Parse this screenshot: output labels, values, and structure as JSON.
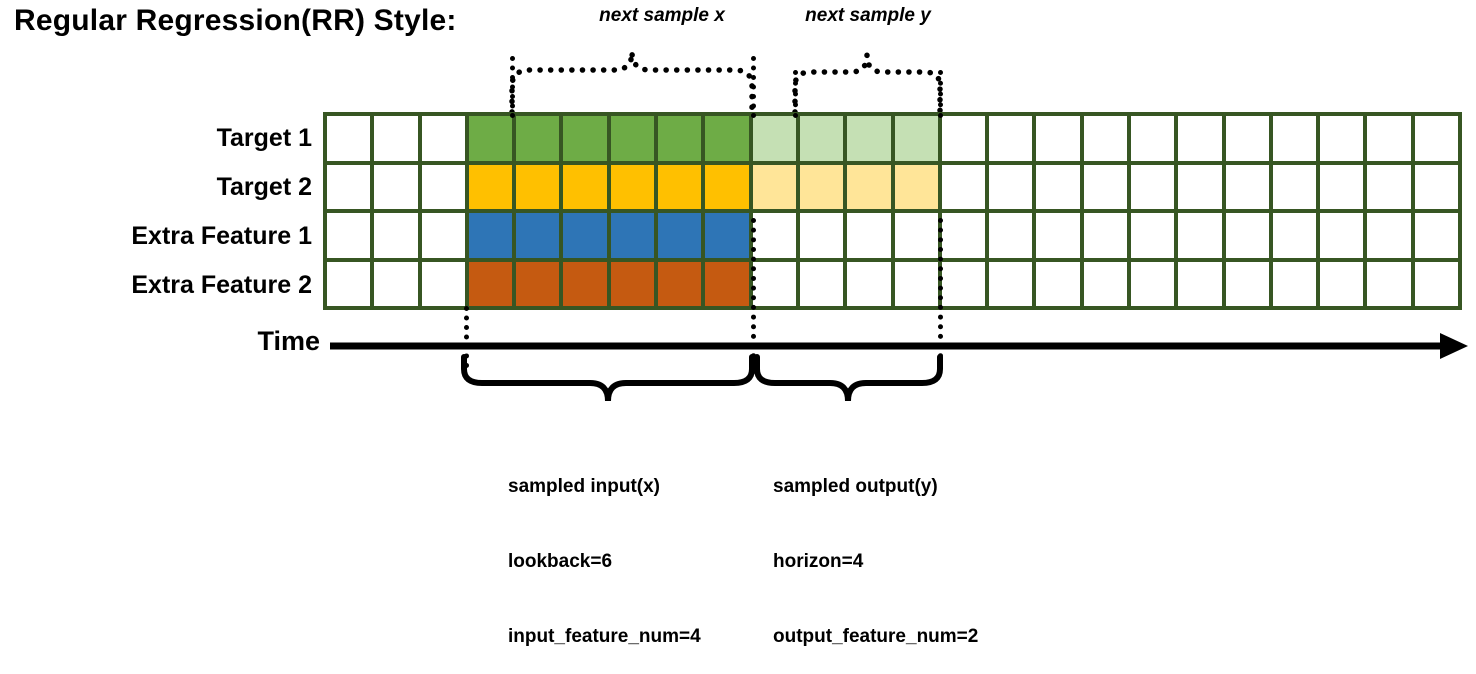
{
  "title": "Regular Regression(RR) Style:",
  "annotations": {
    "next_sample_x": "next sample x",
    "next_sample_y": "next sample y"
  },
  "rows": [
    {
      "label": "Target 1",
      "key": "target-1"
    },
    {
      "label": "Target 2",
      "key": "target-2"
    },
    {
      "label": "Extra Feature 1",
      "key": "extra-feature-1"
    },
    {
      "label": "Extra Feature 2",
      "key": "extra-feature-2"
    }
  ],
  "axis": {
    "label": "Time"
  },
  "captions": {
    "input": [
      "sampled input(x)",
      "lookback=6",
      "input_feature_num=4"
    ],
    "output": [
      "sampled output(y)",
      "horizon=4",
      "output_feature_num=2"
    ]
  },
  "colors": {
    "border": "#375623",
    "target1": "#6EAC46",
    "target1_faded": "#C5E0B4",
    "target2": "#FFC000",
    "target2_faded": "#FFE598",
    "feature1": "#2E75B6",
    "feature2": "#C55A11",
    "empty": "#FFFFFF",
    "ink": "#000000"
  },
  "grid": {
    "columns": 24,
    "rows": 4,
    "lead_empty_columns": 3,
    "input_columns": 6,
    "output_columns": 4,
    "trail_empty_columns": 11,
    "cell_classes": [
      [
        "cell",
        "cell",
        "cell",
        "c-green",
        "c-green",
        "c-green",
        "c-green",
        "c-green",
        "c-green",
        "c-green-l",
        "c-green-l",
        "c-green-l",
        "c-green-l",
        "cell",
        "cell",
        "cell",
        "cell",
        "cell",
        "cell",
        "cell",
        "cell",
        "cell",
        "cell",
        "cell"
      ],
      [
        "cell",
        "cell",
        "cell",
        "c-yellow",
        "c-yellow",
        "c-yellow",
        "c-yellow",
        "c-yellow",
        "c-yellow",
        "c-yellow-l",
        "c-yellow-l",
        "c-yellow-l",
        "c-yellow-l",
        "cell",
        "cell",
        "cell",
        "cell",
        "cell",
        "cell",
        "cell",
        "cell",
        "cell",
        "cell",
        "cell"
      ],
      [
        "cell",
        "cell",
        "cell",
        "c-blue",
        "c-blue",
        "c-blue",
        "c-blue",
        "c-blue",
        "c-blue",
        "cell",
        "cell",
        "cell",
        "cell",
        "cell",
        "cell",
        "cell",
        "cell",
        "cell",
        "cell",
        "cell",
        "cell",
        "cell",
        "cell",
        "cell"
      ],
      [
        "cell",
        "cell",
        "cell",
        "c-orange",
        "c-orange",
        "c-orange",
        "c-orange",
        "c-orange",
        "c-orange",
        "cell",
        "cell",
        "cell",
        "cell",
        "cell",
        "cell",
        "cell",
        "cell",
        "cell",
        "cell",
        "cell",
        "cell",
        "cell",
        "cell",
        "cell"
      ]
    ]
  }
}
